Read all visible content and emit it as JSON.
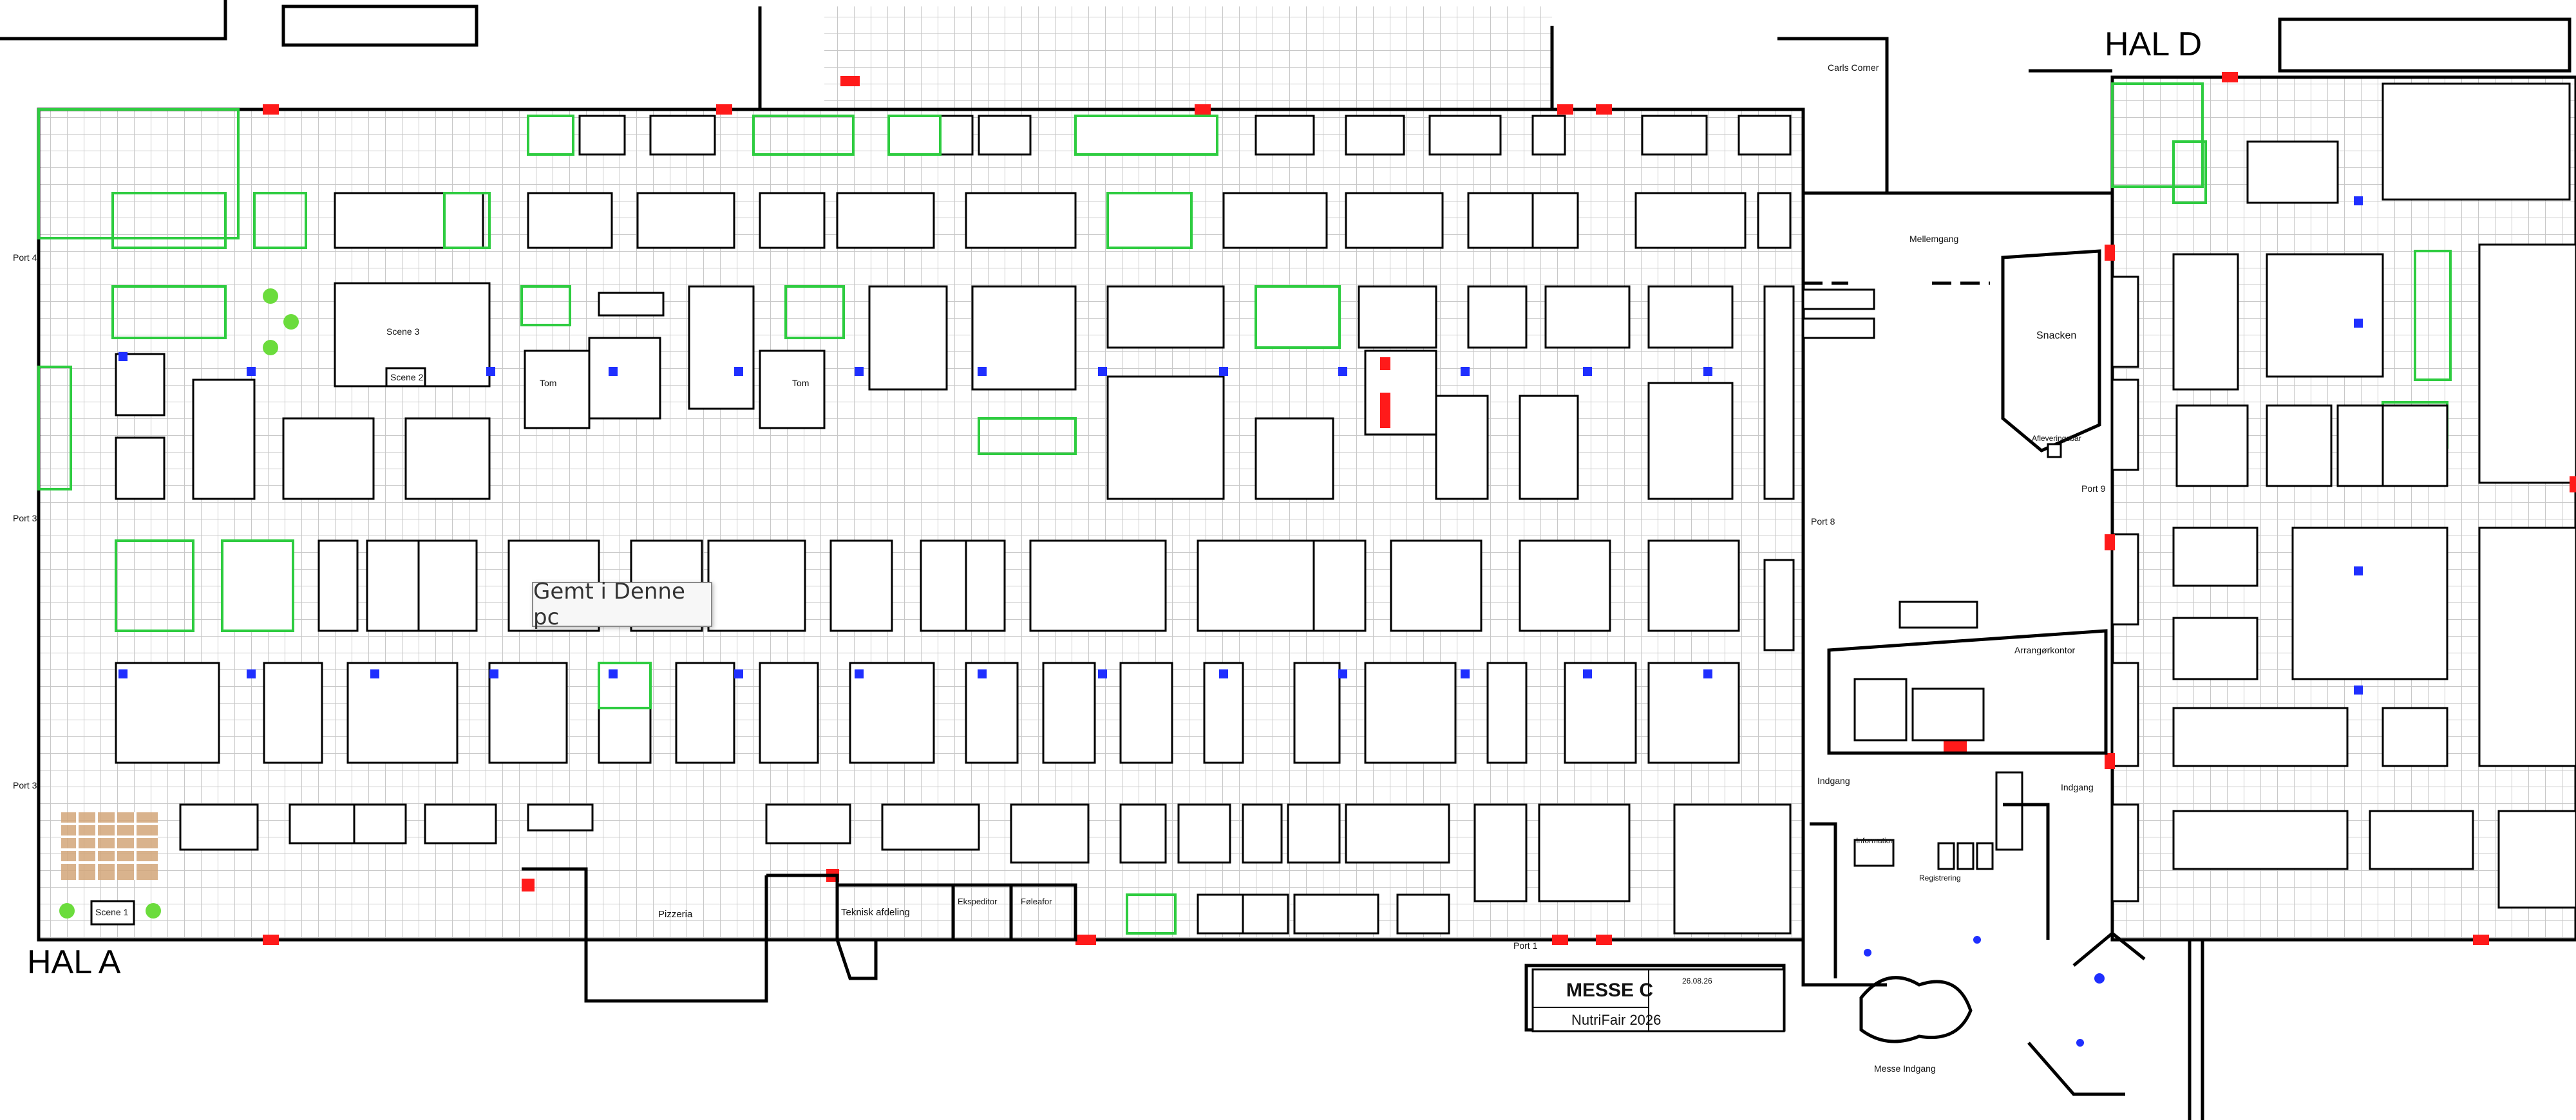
{
  "halls": {
    "a": "HAL A",
    "d": "HAL D"
  },
  "areas": {
    "pizzeria": "Pizzeria",
    "teknisk_afdeling": "Teknisk afdeling",
    "ekspeditor": "Ekspeditor",
    "foleafor": "Føleafor",
    "snacken": "Snacken",
    "mellemgang": "Mellemgang",
    "carls_corner": "Carls Corner",
    "arrangorkontor": "Arrangørkontor",
    "information": "Information",
    "registrering": "Registrering",
    "messe_indgang": "Messe Indgang",
    "indgang_left": "Indgang",
    "indgang_right": "Indgang",
    "scene_2": "Scene 2",
    "scene_3": "Scene 3",
    "scene_1": "Scene 1",
    "afleveringsbar": "Afleveringsbar",
    "tom_1": "Tom",
    "tom_2": "Tom"
  },
  "ports": {
    "port1": "Port 1",
    "port3a": "Port 3",
    "port3b": "Port 3",
    "port4": "Port 4",
    "port8": "Port 8",
    "port9": "Port 9"
  },
  "title_block": {
    "logo": "MESSE C",
    "event": "NutriFair 2026",
    "date": "26.08.26"
  },
  "tooltip": {
    "text": "Gemt i Denne pc"
  },
  "colors": {
    "booth_outline": "#000000",
    "highlight_green": "#2ecc40",
    "door_red": "#ff1a1a",
    "marker_blue": "#1f2fff",
    "grid": "#c8c8c8"
  }
}
